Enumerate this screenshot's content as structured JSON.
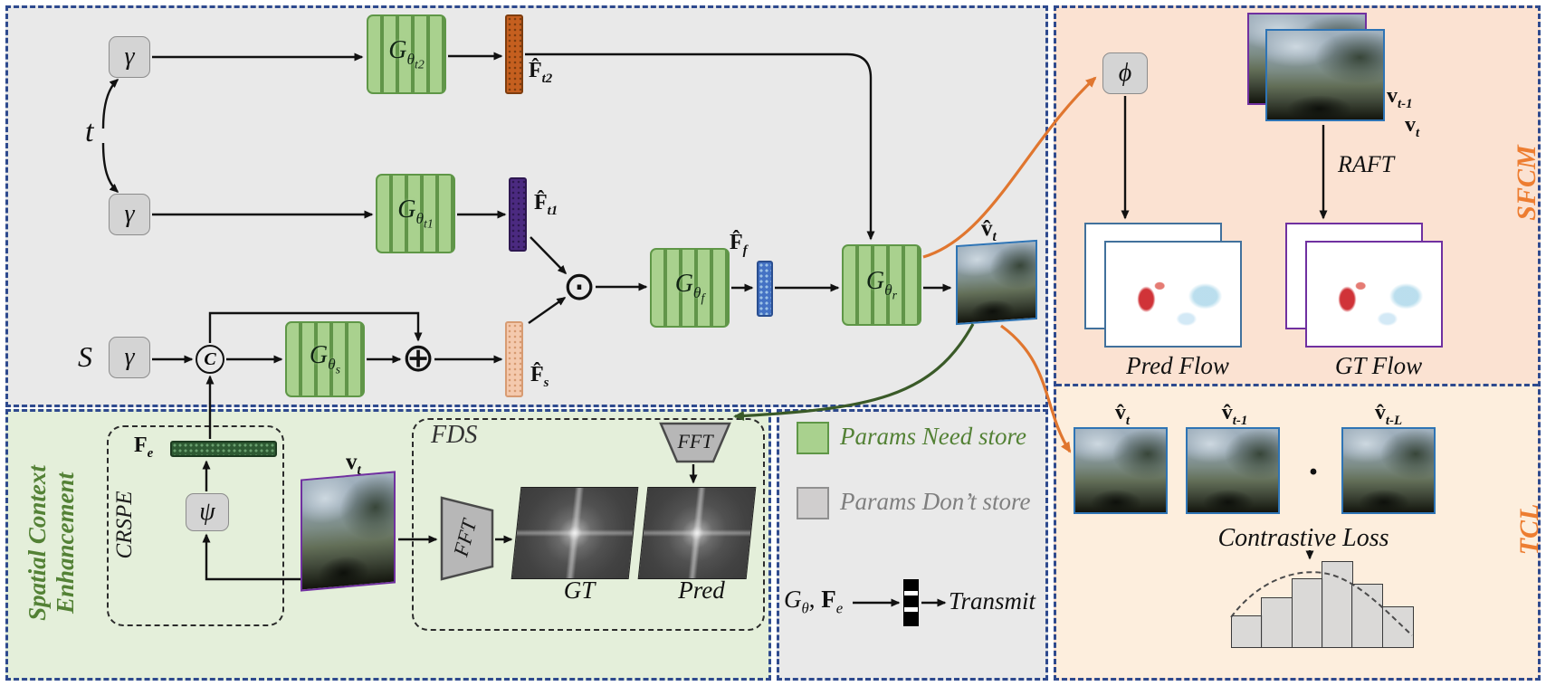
{
  "colors": {
    "panel_border": "#2e4a8e",
    "param_green": "#a9d18e",
    "param_green_dark": "#70ad47",
    "param_gray": "#d0cece",
    "accent_orange": "#ed7d31",
    "accent_dark_green": "#375623",
    "main_bg": "#e9e9e9",
    "sce_bg": "#e4efda",
    "sfcm_bg": "#fbe2d2",
    "tcl_bg": "#fdeedd"
  },
  "main": {
    "input_t": "t",
    "input_s": "S",
    "gamma": "γ",
    "c_op": "C",
    "odot_op": "⊙",
    "oplus_op": "⊕",
    "g_t2": {
      "g": "G",
      "theta": "θ",
      "idx": "t2"
    },
    "g_t1": {
      "g": "G",
      "theta": "θ",
      "idx": "t1"
    },
    "g_s": {
      "g": "G",
      "theta": "θ",
      "idx": "s"
    },
    "g_f": {
      "g": "G",
      "theta": "θ",
      "idx": "f"
    },
    "g_r": {
      "g": "G",
      "theta": "θ",
      "idx": "r"
    },
    "f_t2": {
      "base": "F̂",
      "sub": "t2"
    },
    "f_t1": {
      "base": "F̂",
      "sub": "t1"
    },
    "f_s": {
      "base": "F̂",
      "sub": "s"
    },
    "f_f": {
      "base": "F̂",
      "sub": "f"
    },
    "v_out": {
      "base": "v̂",
      "sub": "t"
    }
  },
  "sce": {
    "title": "Spatial Context\nEnhancement",
    "crspe": "CRSPE",
    "fds": "FDS",
    "f_e": {
      "base": "F",
      "sub": "e"
    },
    "psi": "ψ",
    "v_t": {
      "base": "v",
      "sub": "t"
    },
    "fft": "FFT",
    "gt": "GT",
    "pred": "Pred"
  },
  "legend": {
    "need_store": "Params Need store",
    "dont_store": "Params Don’t store",
    "expr_g": {
      "base": "G",
      "sub": "θ"
    },
    "expr_sep": ",",
    "expr_f": {
      "base": "F",
      "sub": "e"
    },
    "transmit": "Transmit"
  },
  "sfcm": {
    "title": "SFCM",
    "phi": "ϕ",
    "v_prev": {
      "base": "v",
      "sub": "t-1"
    },
    "v_cur": {
      "base": "v",
      "sub": "t"
    },
    "raft": "RAFT",
    "pred_flow": "Pred Flow",
    "gt_flow": "GT Flow"
  },
  "tcl": {
    "title": "TCL",
    "v_t": {
      "base": "v̂",
      "sub": "t"
    },
    "v_t1": {
      "base": "v̂",
      "sub": "t-1"
    },
    "v_tl": {
      "base": "v̂",
      "sub": "t-L"
    },
    "dots": "·",
    "contrastive": "Contrastive Loss",
    "histogram": {
      "bars": [
        38,
        58,
        80,
        100,
        74,
        48
      ],
      "curve": "dashed-normal"
    }
  }
}
